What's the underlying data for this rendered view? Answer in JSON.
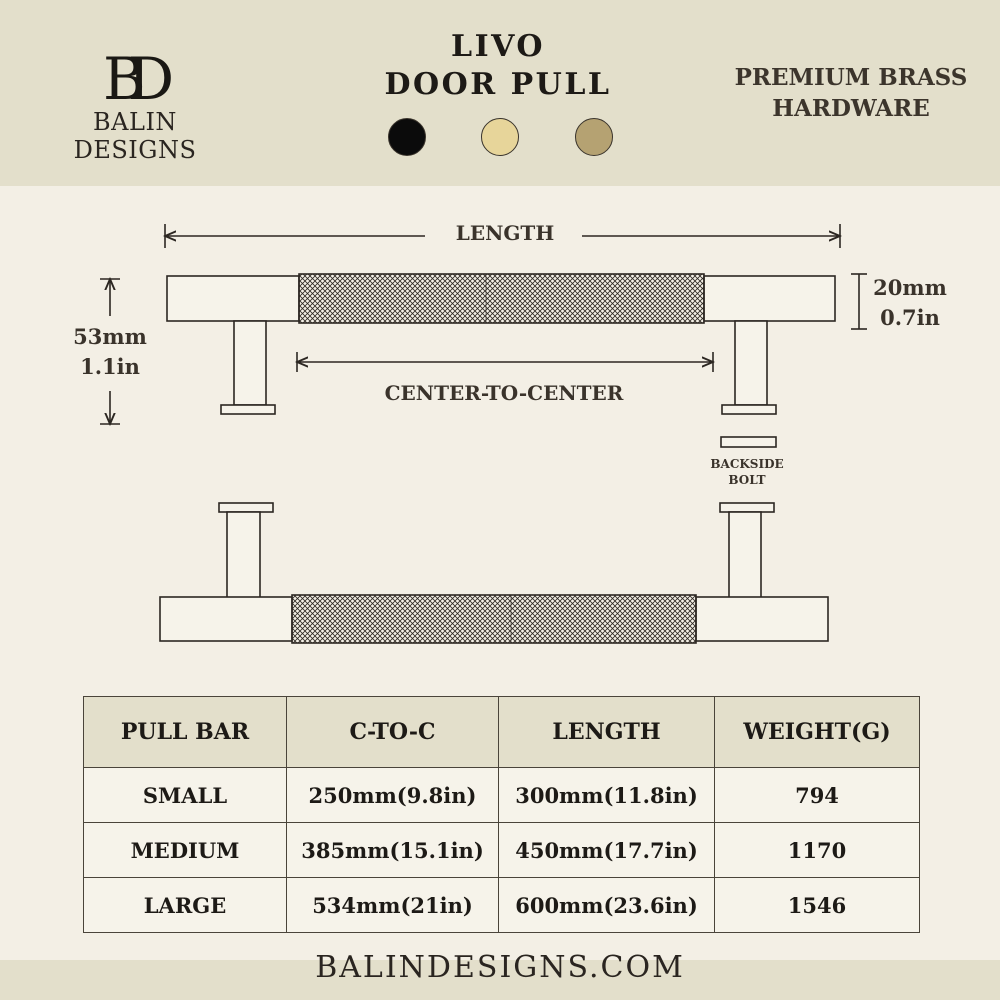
{
  "brand": {
    "monogram": "BD",
    "name": "BALIN DESIGNS"
  },
  "product": {
    "title_line1": "LIVO",
    "title_line2": "DOOR  PULL",
    "tagline_line1": "PREMIUM BRASS",
    "tagline_line2": "HARDWARE"
  },
  "finishes": [
    {
      "color": "#0b0b0b"
    },
    {
      "color": "#e7d59a"
    },
    {
      "color": "#b5a272"
    }
  ],
  "diagram": {
    "length_label": "LENGTH",
    "center_label": "CENTER-TO-CENTER",
    "height_mm": "53mm",
    "height_in": "1.1in",
    "thickness_mm": "20mm",
    "thickness_in": "0.7in",
    "bolt_line1": "BACKSIDE",
    "bolt_line2": "BOLT"
  },
  "table": {
    "headers": [
      "PULL BAR",
      "C-TO-C",
      "LENGTH",
      "WEIGHT(G)"
    ],
    "rows": [
      [
        "SMALL",
        "250mm(9.8in)",
        "300mm(11.8in)",
        "794"
      ],
      [
        "MEDIUM",
        "385mm(15.1in)",
        "450mm(17.7in)",
        "1170"
      ],
      [
        "LARGE",
        "534mm(21in)",
        "600mm(23.6in)",
        "1546"
      ]
    ]
  },
  "footer": {
    "url": "BALINDESIGNS.COM"
  }
}
